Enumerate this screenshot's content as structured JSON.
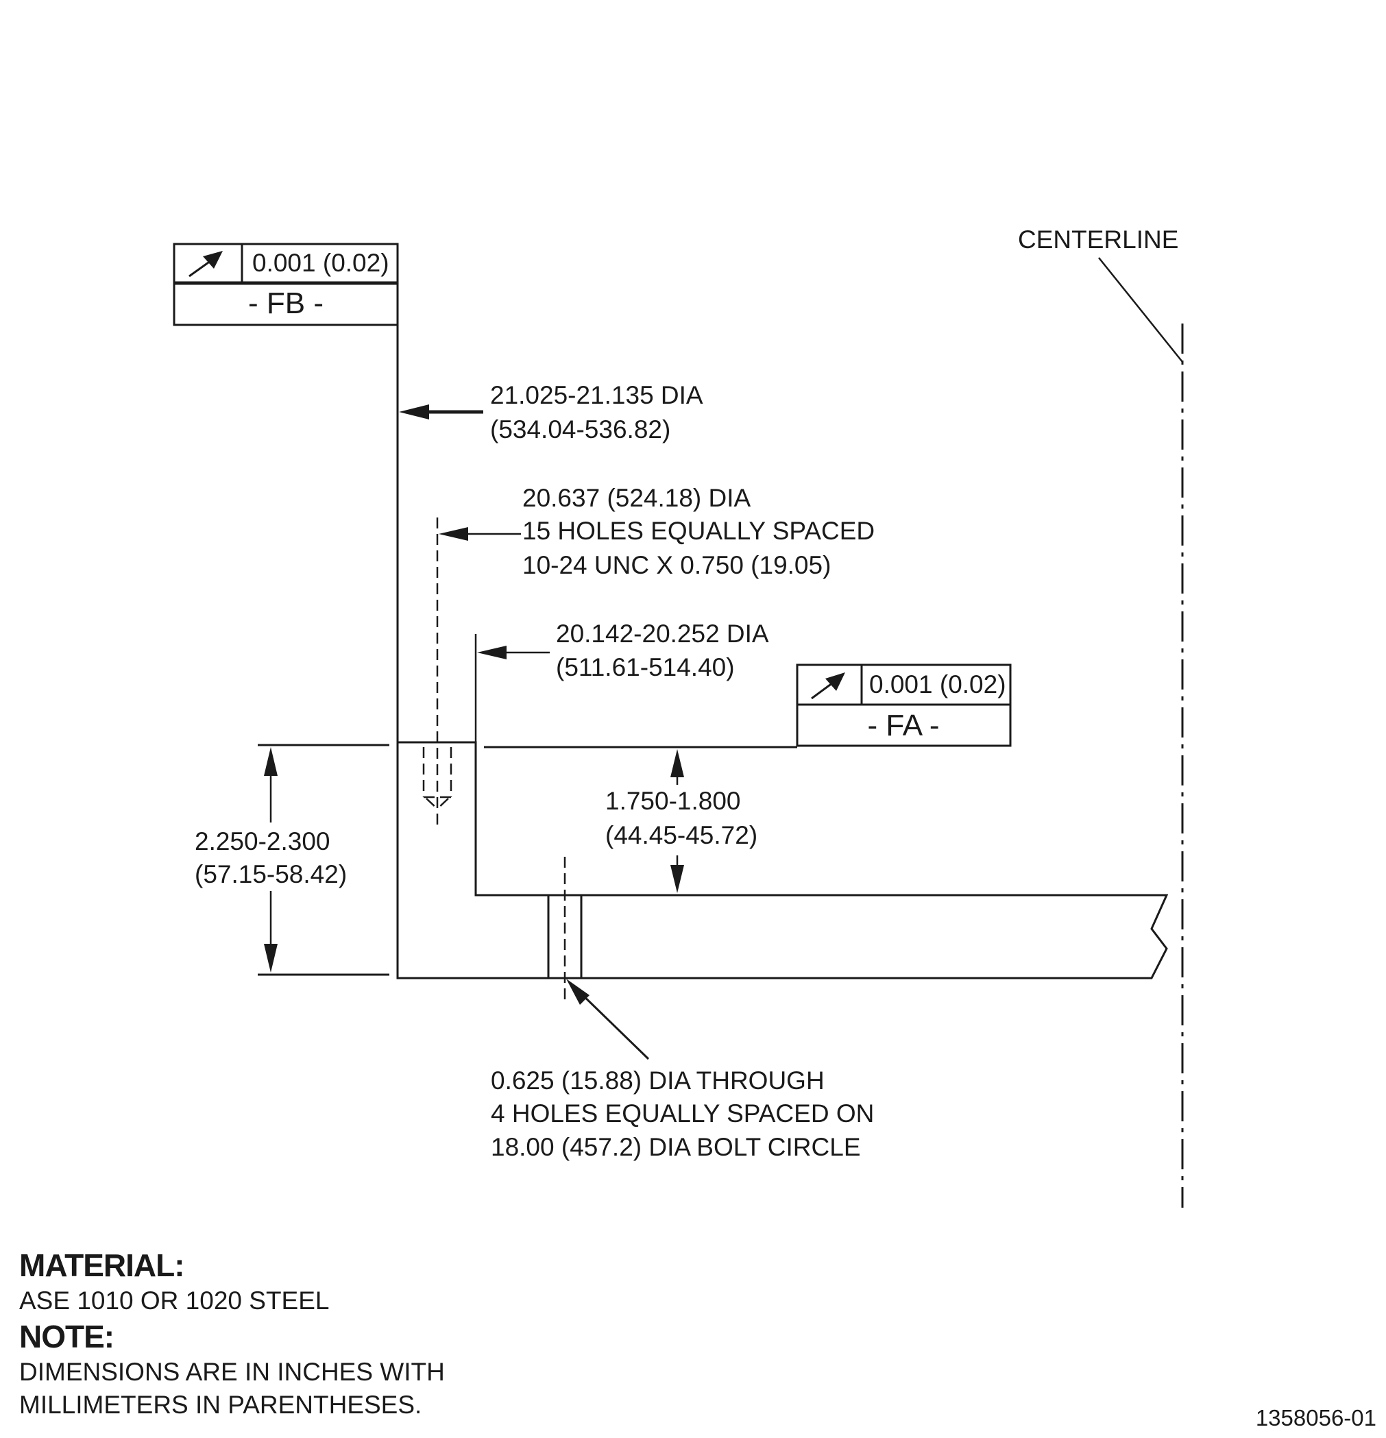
{
  "centerline_label": "CENTERLINE",
  "fcf_fb": {
    "symbol": "runout-arrow-icon",
    "tolerance": "0.001 (0.02)",
    "datum": "- FB -"
  },
  "fcf_fa": {
    "symbol": "runout-arrow-icon",
    "tolerance": "0.001 (0.02)",
    "datum": "- FA -"
  },
  "callouts": {
    "outer_dia": [
      "21.025-21.135 DIA",
      "(534.04-536.82)"
    ],
    "tapped_holes": [
      "20.637 (524.18) DIA",
      "15 HOLES EQUALLY SPACED",
      "10-24 UNC X 0.750 (19.05)"
    ],
    "inner_dia": [
      "20.142-20.252 DIA",
      "(511.61-514.40)"
    ],
    "flange_height": [
      "1.750-1.800",
      "(44.45-45.72)"
    ],
    "overall_height": [
      "2.250-2.300",
      "(57.15-58.42)"
    ],
    "through_holes": [
      "0.625 (15.88) DIA THROUGH",
      "4 HOLES EQUALLY SPACED ON",
      "18.00 (457.2) DIA BOLT CIRCLE"
    ]
  },
  "notes": {
    "material_heading": "MATERIAL:",
    "material_text": "ASE 1010 OR 1020 STEEL",
    "note_heading": "NOTE:",
    "note_line1": "DIMENSIONS ARE IN INCHES WITH",
    "note_line2": "MILLIMETERS IN PARENTHESES."
  },
  "figure_id": "1358056-01"
}
